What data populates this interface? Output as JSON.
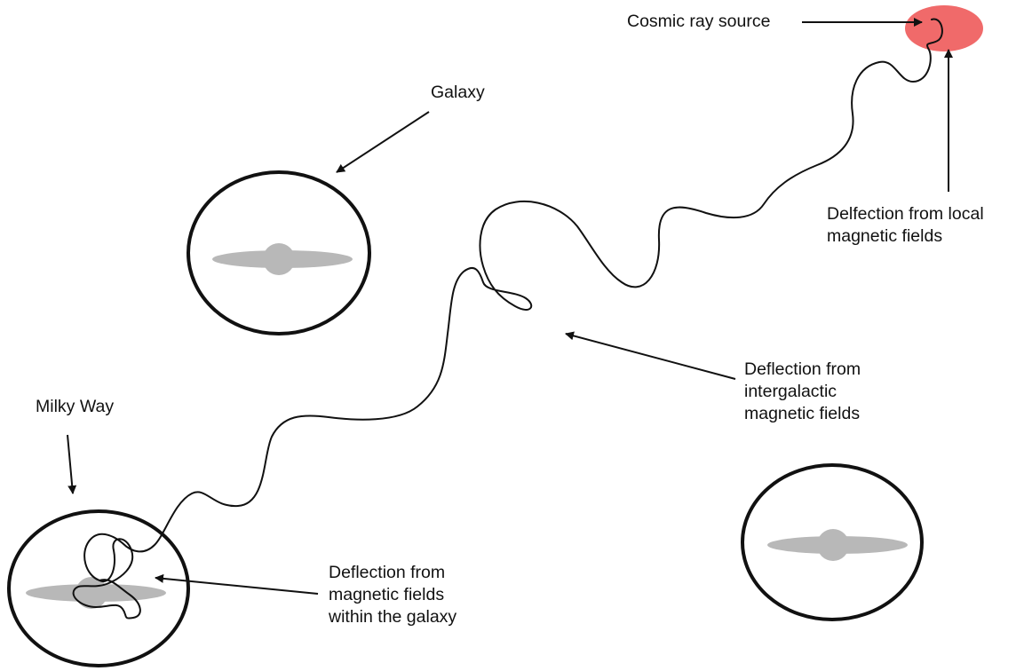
{
  "labels": {
    "cosmic_ray_source": "Cosmic ray source",
    "galaxy": "Galaxy",
    "milky_way": "Milky Way",
    "local_deflection": [
      "Delfection from local",
      "magnetic fields"
    ],
    "intergalactic_deflection": [
      "Deflection from",
      "intergalactic",
      "magnetic fields"
    ],
    "galactic_deflection": [
      "Deflection from",
      "magnetic fields",
      "within the galaxy"
    ]
  },
  "colors": {
    "outline": "#111111",
    "galaxy_disk": "#b8b8b8",
    "source_fill": "#f06a6a",
    "background": "#ffffff"
  }
}
